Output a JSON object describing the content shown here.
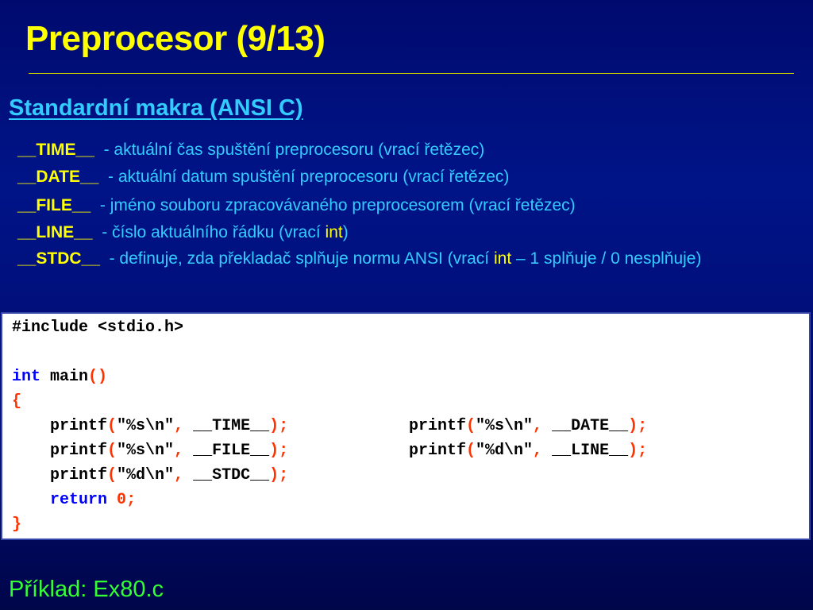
{
  "slide": {
    "title": "Preprocesor (9/13)",
    "section_heading": "Standardní makra (ANSI C)"
  },
  "macros": [
    {
      "name": "__TIME__",
      "desc": "- aktuální čas spuštění preprocesoru (vrací řetězec)"
    },
    {
      "name": "__DATE__",
      "desc": "- aktuální datum spuštění preprocesoru (vrací řetězec)"
    },
    {
      "name": "__FILE__",
      "desc": "- jméno souboru zpracovávaného preprocesorem (vrací řetězec)"
    },
    {
      "name": "__LINE__",
      "desc_before": "- číslo aktuálního řádku (vrací ",
      "desc_highlight": "int",
      "desc_after": ")"
    },
    {
      "name": "__STDC__",
      "desc_before": "- definuje, zda překladač splňuje normu ANSI (vrací ",
      "desc_highlight": "int",
      "desc_after": " – 1 splňuje / 0 nesplňuje)"
    }
  ],
  "code": {
    "include": "#include <stdio.h>",
    "kw_int": "int",
    "main": " main",
    "parens": "()",
    "brace_open": "{",
    "brace_close": "}",
    "printf": "printf",
    "lparen": "(",
    "rparen_semi": ");",
    "fmt_s": "\"%s\\n\"",
    "fmt_d": "\"%d\\n\"",
    "comma": ", ",
    "time": "__TIME__",
    "date": "__DATE__",
    "file": "__FILE__",
    "line": "__LINE__",
    "stdc": "__STDC__",
    "kw_return": "return",
    "zero": "0",
    "semi": ";"
  },
  "footer": {
    "example": "Příklad: Ex80.c"
  },
  "colors": {
    "background": "#000a6e",
    "title": "#ffff00",
    "text": "#33ccff",
    "footer": "#33ff33",
    "code_keyword": "#0000ff",
    "code_operator": "#ff3300"
  }
}
